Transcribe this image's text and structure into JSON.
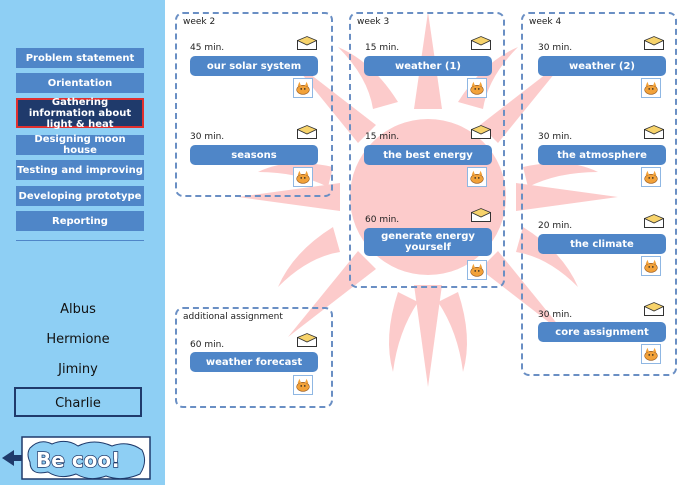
{
  "sidebar": {
    "nav": [
      {
        "label": "Problem statement"
      },
      {
        "label": "Orientation"
      },
      {
        "label": "Gathering information about light & heat",
        "active": true
      },
      {
        "label": "Designing moon house"
      },
      {
        "label": "Testing and improving"
      },
      {
        "label": "Developing prototype"
      },
      {
        "label": "Reporting"
      }
    ],
    "users": [
      "Albus",
      "Hermione",
      "Jiminy",
      "Charlie"
    ],
    "selected_user": "Charlie",
    "logo_text": "Be coo!"
  },
  "weeks": [
    {
      "label": "week 2",
      "tasks": [
        {
          "minutes": "45 min.",
          "title": "our solar system"
        },
        {
          "minutes": "30 min.",
          "title": "seasons"
        }
      ]
    },
    {
      "label": "week 3",
      "tasks": [
        {
          "minutes": "15 min.",
          "title": "weather (1)"
        },
        {
          "minutes": "15 min.",
          "title": "the best energy"
        },
        {
          "minutes": "60 min.",
          "title": "generate energy yourself"
        }
      ]
    },
    {
      "label": "week 4",
      "tasks": [
        {
          "minutes": "30 min.",
          "title": "weather (2)"
        },
        {
          "minutes": "30 min.",
          "title": "the atmosphere"
        },
        {
          "minutes": "20 min.",
          "title": "the climate"
        },
        {
          "minutes": "30 min.",
          "title": "core assignment"
        }
      ]
    },
    {
      "label": "additional assignment",
      "tasks": [
        {
          "minutes": "60 min.",
          "title": "weather forecast"
        }
      ]
    }
  ],
  "colors": {
    "sidebar": "#8ecff4",
    "button": "#4f86c8",
    "active": "#1f3a6b",
    "sun": "#fcc6c6"
  }
}
